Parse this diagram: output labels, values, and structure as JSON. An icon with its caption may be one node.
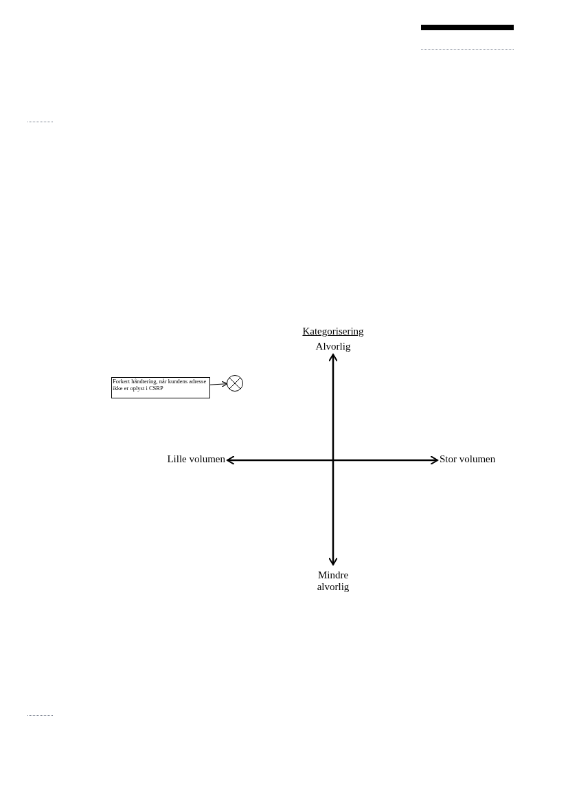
{
  "diagram": {
    "title": "Kategorisering",
    "nodes": [
      {
        "text": [
          "Forkert håndtering, når kundens adresse ikke er oplyst i CSRP"
        ]
      },
      {
        "text": [],
        "shape": "circle"
      }
    ],
    "edges": [
      {
        "from": 0,
        "to": 1,
        "arrow": "to"
      }
    ],
    "labels": [
      "Alvorlig",
      "Lille volumen",
      "Stor volumen",
      "Mindre alvorlig"
    ]
  }
}
